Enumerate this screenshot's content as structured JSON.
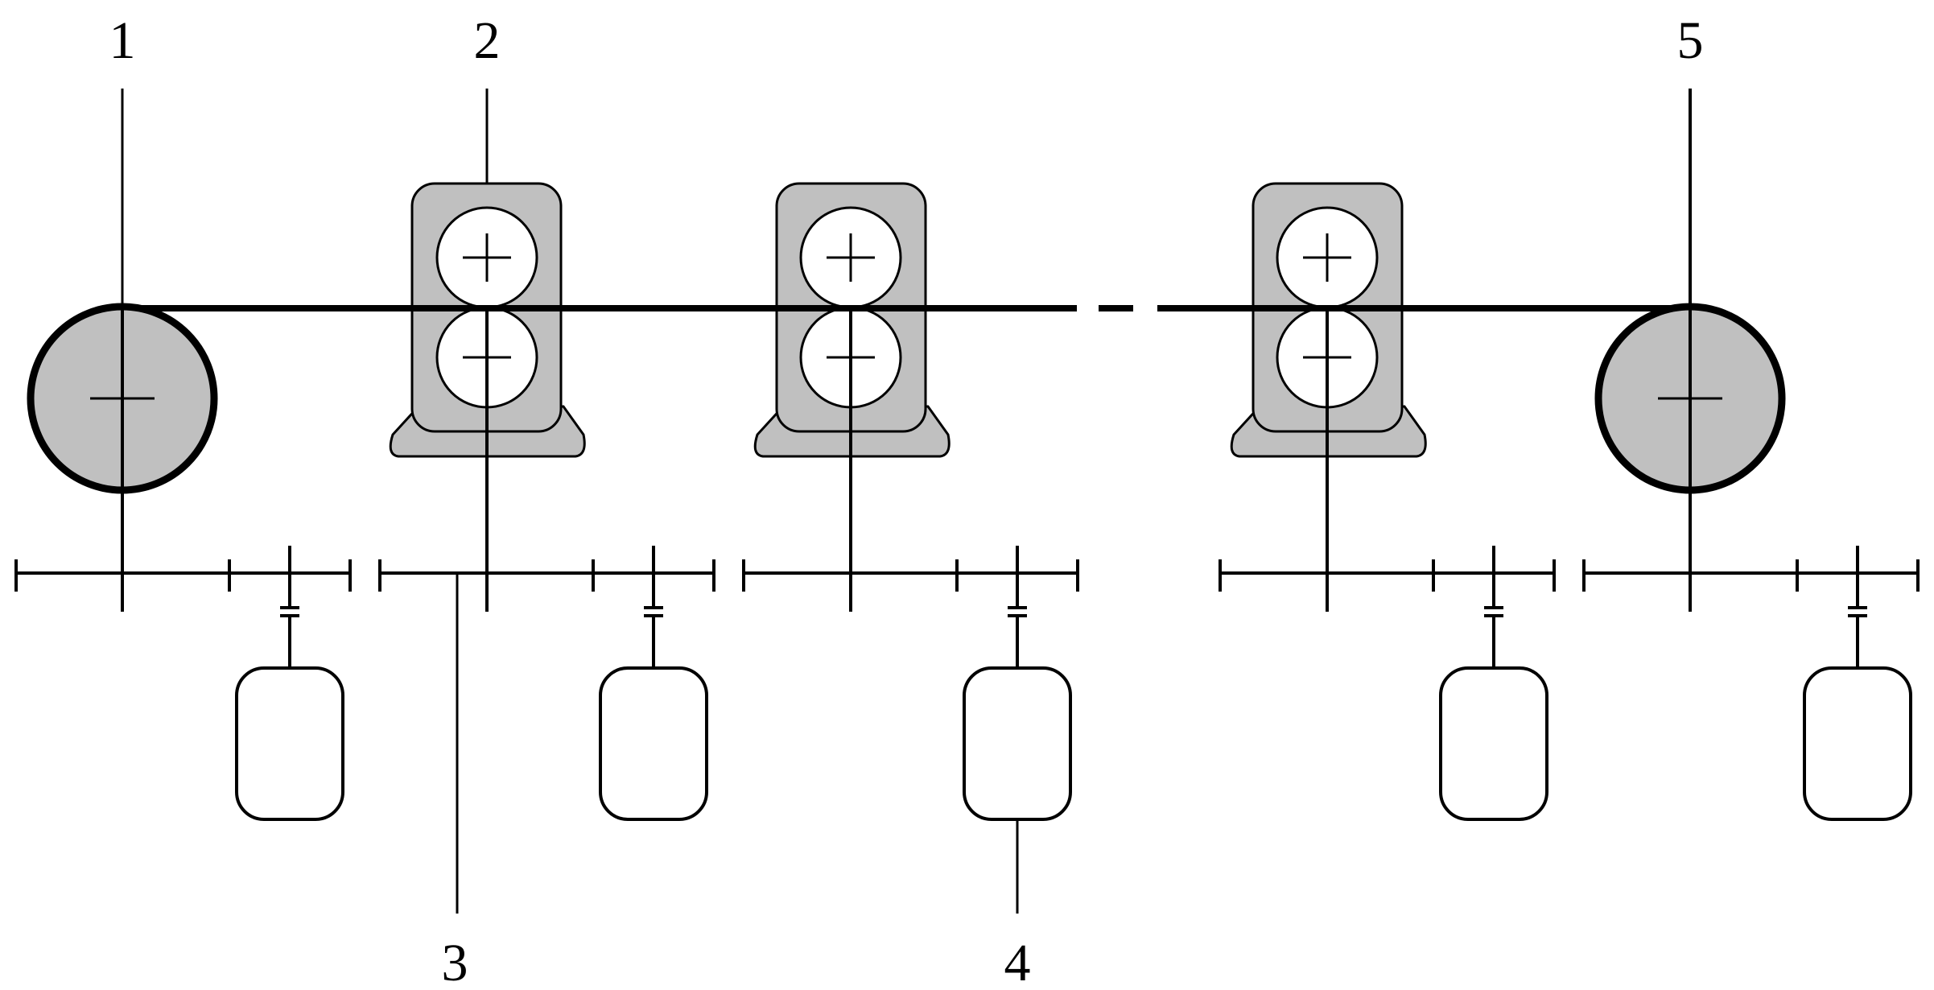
{
  "callouts": {
    "label_1": "1",
    "label_2": "2",
    "label_3": "3",
    "label_4": "4",
    "label_5": "5"
  },
  "colors": {
    "line": "#000000",
    "component_fill": "#c0c0c0",
    "background": "#ffffff",
    "roll_fill": "#ffffff"
  },
  "icons": {
    "coiler": "circle-with-crosshair",
    "stand": "roll-stand-with-two-rolls",
    "motor": "rounded-rectangle",
    "coupling": "double-bar-coupling",
    "shaft": "line-with-tick-marks"
  }
}
